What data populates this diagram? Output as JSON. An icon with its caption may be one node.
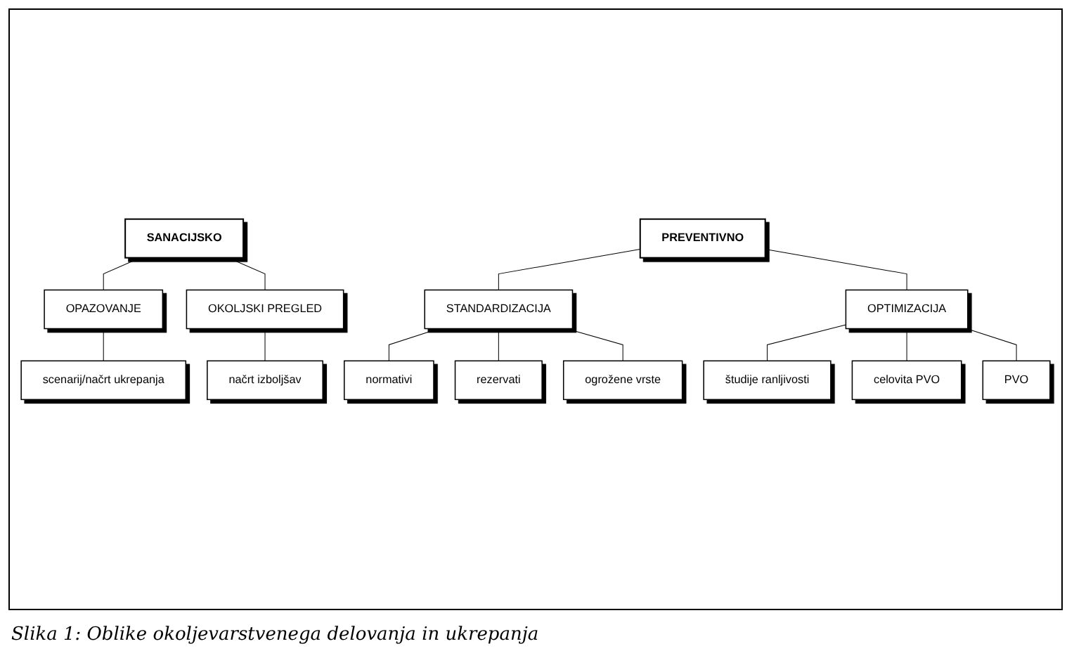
{
  "diagram": {
    "caption": "Slika 1: Oblike okoljevarstvenega delovanja in ukrepanja",
    "nodes": [
      {
        "text": [
          "SANACIJSKO"
        ]
      },
      {
        "text": [
          "PREVENTIVNO"
        ]
      },
      {
        "text": [
          "OPAZOVANJE"
        ]
      },
      {
        "text": [
          "OKOLJSKI PREGLED"
        ]
      },
      {
        "text": [
          "scenarij/načrt ukrepanja"
        ]
      },
      {
        "text": [
          "načrt izboljšav"
        ]
      },
      {
        "text": [
          "STANDARDIZACIJA"
        ]
      },
      {
        "text": [
          "OPTIMIZACIJA"
        ]
      },
      {
        "text": [
          "normativi"
        ]
      },
      {
        "text": [
          "rezervati"
        ]
      },
      {
        "text": [
          "ogrožene vrste"
        ]
      },
      {
        "text": [
          "študije ranljivosti"
        ]
      },
      {
        "text": [
          "celovita PVO"
        ]
      },
      {
        "text": [
          "PVO"
        ]
      }
    ],
    "edges": [
      {
        "from": 0,
        "to": 2,
        "arrow": "none"
      },
      {
        "from": 0,
        "to": 3,
        "arrow": "none"
      },
      {
        "from": 2,
        "to": 4,
        "arrow": "none"
      },
      {
        "from": 3,
        "to": 5,
        "arrow": "none"
      },
      {
        "from": 1,
        "to": 6,
        "arrow": "none"
      },
      {
        "from": 1,
        "to": 7,
        "arrow": "none"
      },
      {
        "from": 6,
        "to": 8,
        "arrow": "none"
      },
      {
        "from": 6,
        "to": 9,
        "arrow": "none"
      },
      {
        "from": 6,
        "to": 10,
        "arrow": "none"
      },
      {
        "from": 7,
        "to": 11,
        "arrow": "none"
      },
      {
        "from": 7,
        "to": 12,
        "arrow": "none"
      },
      {
        "from": 7,
        "to": 13,
        "arrow": "none"
      }
    ]
  }
}
